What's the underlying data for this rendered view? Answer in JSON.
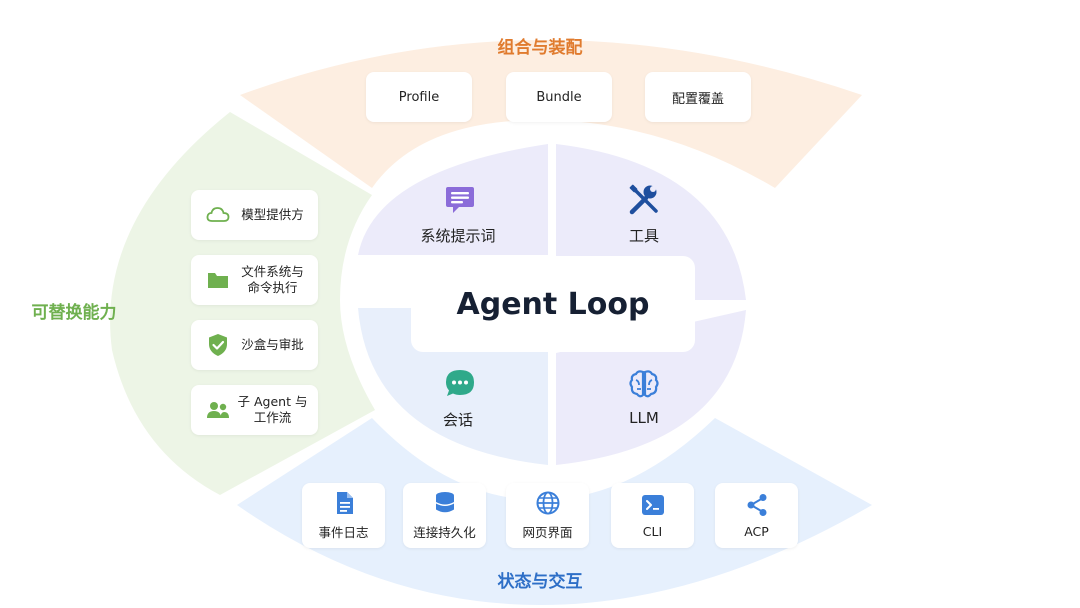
{
  "sections": {
    "top": {
      "title": "组合与装配",
      "items": [
        "Profile",
        "Bundle",
        "配置覆盖"
      ]
    },
    "left": {
      "title": "可替换能力",
      "items": [
        {
          "label": "模型提供方",
          "icon": "cloud-icon"
        },
        {
          "label": "文件系统与\n命令执行",
          "icon": "folder-icon"
        },
        {
          "label": "沙盒与审批",
          "icon": "shield-check-icon"
        },
        {
          "label": "子 Agent 与\n工作流",
          "icon": "users-icon"
        }
      ]
    },
    "bottom": {
      "title": "状态与交互",
      "items": [
        {
          "label": "事件日志",
          "icon": "document-icon"
        },
        {
          "label": "连接持久化",
          "icon": "database-icon"
        },
        {
          "label": "网页界面",
          "icon": "globe-icon"
        },
        {
          "label": "CLI",
          "icon": "terminal-icon"
        },
        {
          "label": "ACP",
          "icon": "share-icon"
        }
      ]
    }
  },
  "core": {
    "title": "Agent Loop",
    "quadrants": [
      {
        "label": "系统提示词",
        "icon": "prompt-icon"
      },
      {
        "label": "工具",
        "icon": "tools-icon"
      },
      {
        "label": "会话",
        "icon": "chat-icon"
      },
      {
        "label": "LLM",
        "icon": "brain-icon"
      }
    ]
  },
  "colors": {
    "top_band": "#fdeee1",
    "top_title": "#e07b2e",
    "left_band": "#edf5e6",
    "left_title": "#6fb04f",
    "bottom_band": "#e6f0fd",
    "bottom_title": "#2e6fc7",
    "purple_quadrant": "#ecebfa",
    "blue_quadrant": "#e8effb",
    "center": "#ffffff"
  }
}
